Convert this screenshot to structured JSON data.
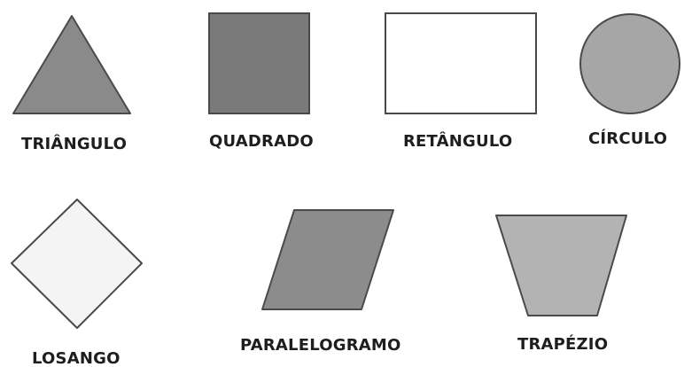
{
  "shapes": {
    "triangle": {
      "label": "TRIÂNGULO",
      "fill": "#8a8a8a"
    },
    "square": {
      "label": "QUADRADO",
      "fill": "#7a7a7a"
    },
    "rectangle": {
      "label": "RETÂNGULO",
      "fill": "#ffffff"
    },
    "circle": {
      "label": "CÍRCULO",
      "fill": "#a6a6a6"
    },
    "rhombus": {
      "label": "LOSANGO",
      "fill": "#f4f4f4"
    },
    "parallelogram": {
      "label": "PARALELOGRAMO",
      "fill": "#8c8c8c"
    },
    "trapezoid": {
      "label": "TRAPÉZIO",
      "fill": "#b3b3b3"
    }
  },
  "colors": {
    "stroke": "#4a4a4a",
    "text": "#1e1e1e"
  }
}
